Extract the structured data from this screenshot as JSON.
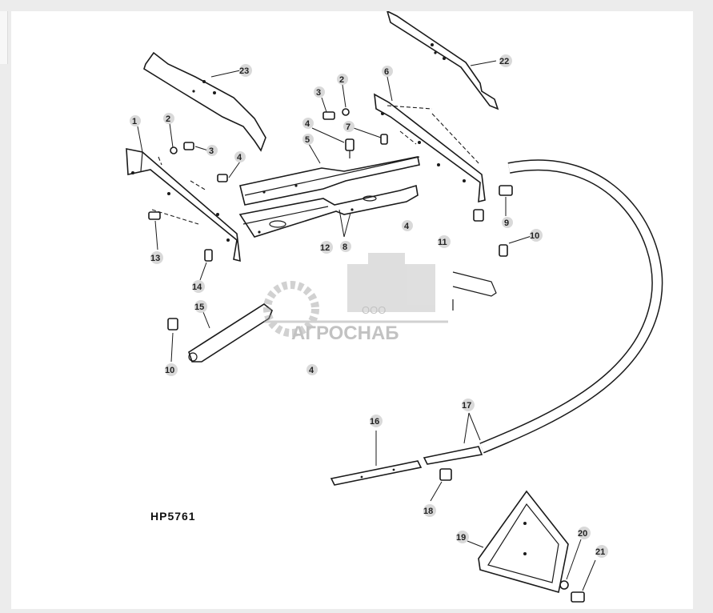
{
  "diagram": {
    "figure_code": "HP5761",
    "watermark": {
      "company_prefix": "ООО",
      "company_name": "АГРОСНАБ"
    },
    "callouts": [
      "1",
      "2",
      "3",
      "4",
      "5",
      "6",
      "7",
      "8",
      "9",
      "10",
      "11",
      "12",
      "13",
      "14",
      "15",
      "16",
      "17",
      "18",
      "19",
      "20",
      "21",
      "22",
      "23"
    ]
  },
  "colors": {
    "ink": "#1a1a1a",
    "bubble": "#d9d9d9",
    "watermark": "#9a9a9a",
    "page": "#ffffff",
    "frame": "#ececec"
  }
}
